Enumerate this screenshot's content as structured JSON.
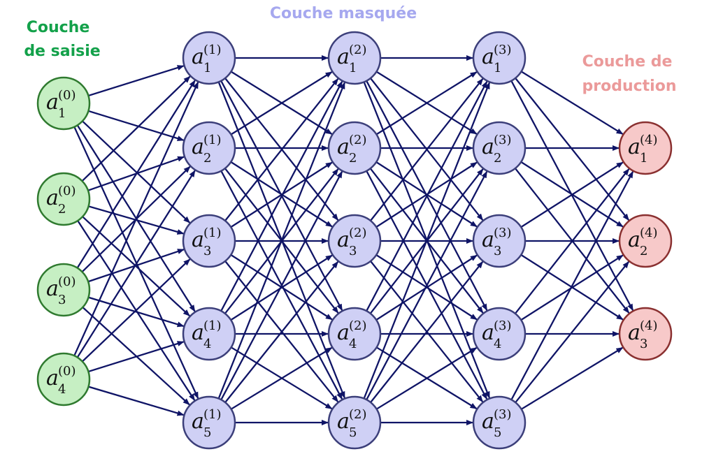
{
  "labels": {
    "input_line1": "Couche",
    "input_line2": "de saisie",
    "hidden": "Couche masquée",
    "output_line1": "Couche de",
    "output_line2": "production"
  },
  "colors": {
    "input_fill": "#c6efc3",
    "input_stroke": "#2f7a2f",
    "input_label": "#13a14a",
    "hidden_fill": "#cfd0f5",
    "hidden_stroke": "#3c3f7a",
    "hidden_label": "#a6a8ef",
    "output_fill": "#f7c9c9",
    "output_stroke": "#8a3030",
    "output_label": "#eb9a9a",
    "edge": "#0f1466"
  },
  "layers": [
    {
      "kind": "input",
      "superscript": "(0)",
      "nodes": [
        "1",
        "2",
        "3",
        "4"
      ]
    },
    {
      "kind": "hidden",
      "superscript": "(1)",
      "nodes": [
        "1",
        "2",
        "3",
        "4",
        "5"
      ]
    },
    {
      "kind": "hidden",
      "superscript": "(2)",
      "nodes": [
        "1",
        "2",
        "3",
        "4",
        "5"
      ]
    },
    {
      "kind": "hidden",
      "superscript": "(3)",
      "nodes": [
        "1",
        "2",
        "3",
        "4",
        "5"
      ]
    },
    {
      "kind": "output",
      "superscript": "(4)",
      "nodes": [
        "1",
        "2",
        "3"
      ]
    }
  ]
}
